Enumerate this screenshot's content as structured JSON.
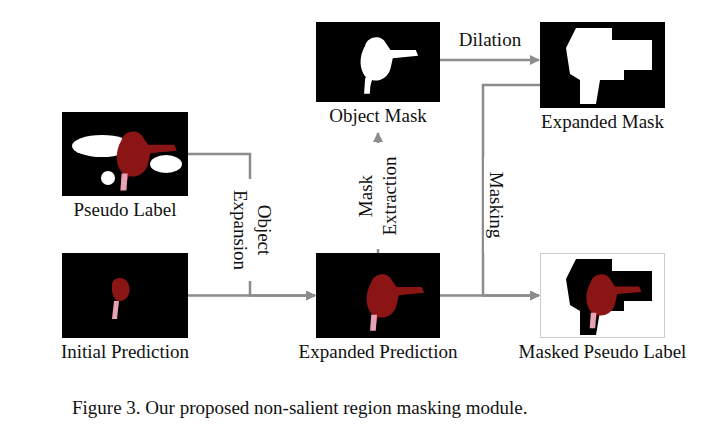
{
  "diagram": {
    "caption": "Figure 3. Our proposed non-salient region masking module.",
    "nodes": [
      {
        "text": [
          "Pseudo Label"
        ]
      },
      {
        "text": [
          "Initial Prediction"
        ]
      },
      {
        "text": [
          "Expanded Prediction"
        ]
      },
      {
        "text": [
          "Object Mask"
        ]
      },
      {
        "text": [
          "Expanded Mask"
        ]
      },
      {
        "text": [
          "Masked Pseudo Label"
        ]
      }
    ],
    "edges": [
      {
        "from": 0,
        "to": 2,
        "label": "Object Expansion",
        "arrow": "to"
      },
      {
        "from": 1,
        "to": 2,
        "arrow": "to"
      },
      {
        "from": 2,
        "to": 3,
        "label": "Mask Extraction",
        "arrow": "to"
      },
      {
        "from": 3,
        "to": 4,
        "label": "Dilation",
        "arrow": "to"
      },
      {
        "from": 4,
        "to": 5,
        "label": "Masking",
        "arrow": "to"
      },
      {
        "from": 2,
        "to": 5,
        "arrow": "to"
      }
    ]
  }
}
